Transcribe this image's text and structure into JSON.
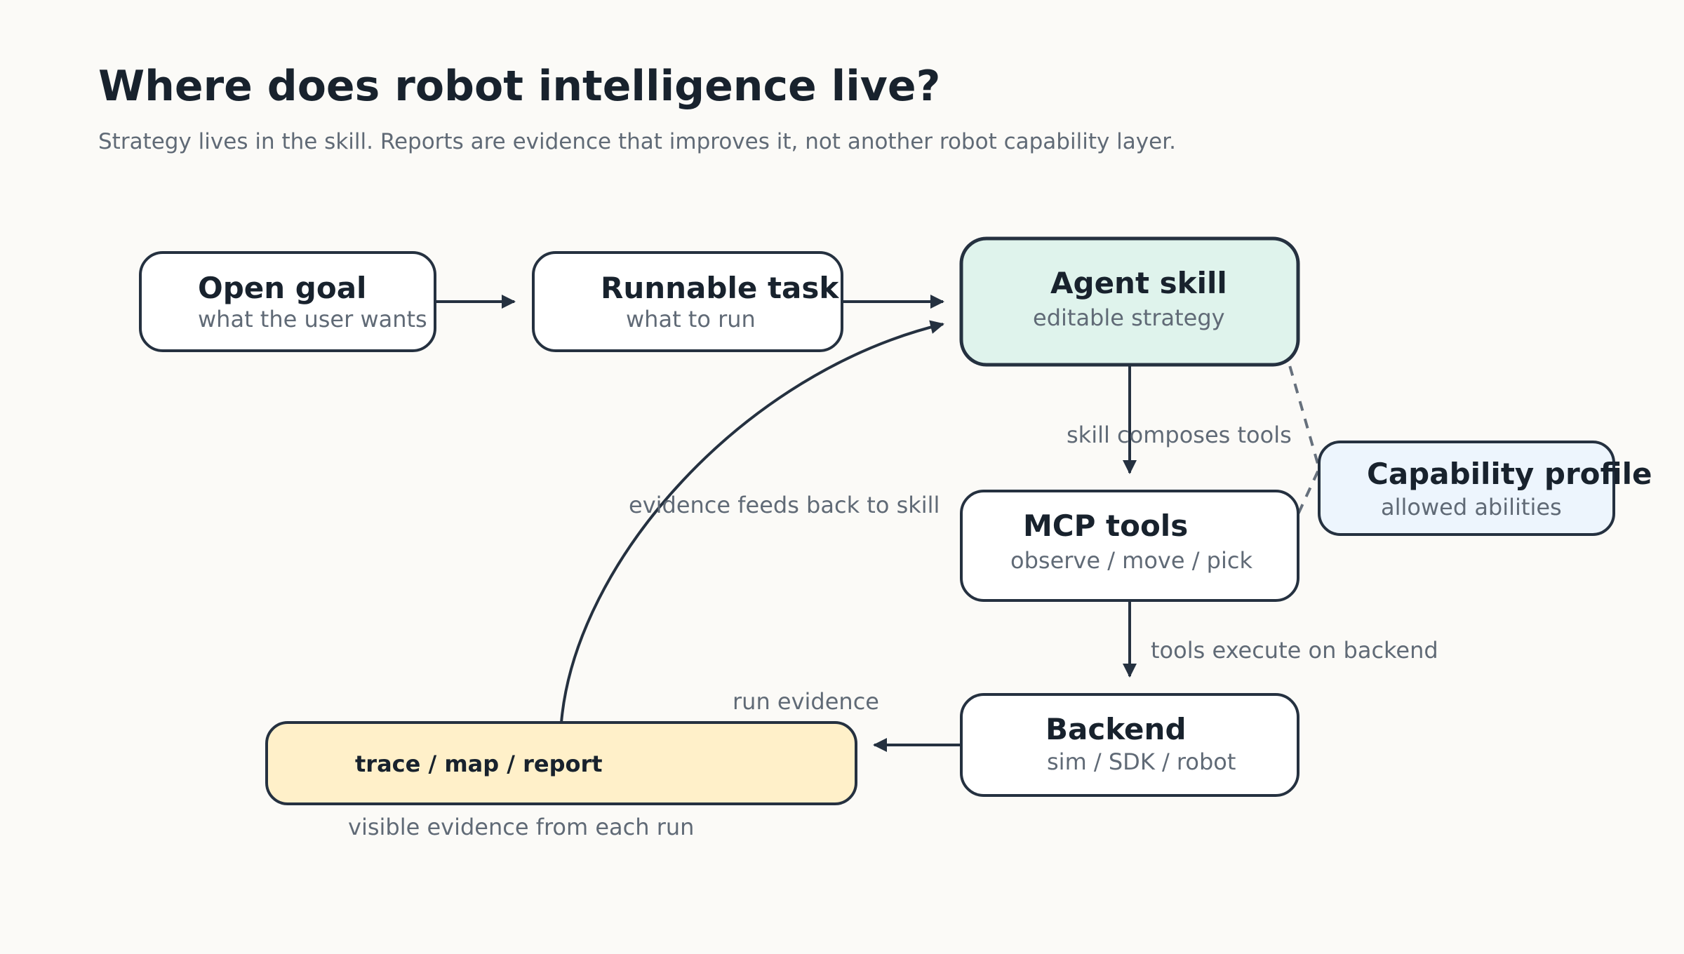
{
  "header": {
    "title": "Where does robot intelligence live?",
    "subtitle": "Strategy lives in the skill. Reports are evidence that improves it, not another robot capability layer."
  },
  "nodes": {
    "open_goal": {
      "title": "Open goal",
      "subtitle": "what the user wants",
      "fill": "#ffffff"
    },
    "runnable_task": {
      "title": "Runnable task",
      "subtitle": "what to run",
      "fill": "#ffffff"
    },
    "agent_skill": {
      "title": "Agent skill",
      "subtitle": "editable strategy",
      "fill": "#dff3ec"
    },
    "mcp_tools": {
      "title": "MCP tools",
      "subtitle": "observe / move / pick",
      "fill": "#ffffff"
    },
    "capability_profile": {
      "title": "Capability profile",
      "subtitle": "allowed abilities",
      "fill": "#edf5fd"
    },
    "backend": {
      "title": "Backend",
      "subtitle": "sim / SDK / robot",
      "fill": "#ffffff"
    },
    "evidence": {
      "label": "trace / map / report",
      "caption": "visible evidence from each run",
      "fill": "#fff0c9"
    }
  },
  "edges": {
    "skill_to_tools": "skill composes tools",
    "tools_to_backend": "tools execute on backend",
    "backend_to_evidence": "run evidence",
    "evidence_to_skill": "evidence feeds back to skill"
  },
  "colors": {
    "stroke": "#253140",
    "dashed": "#66707c",
    "text": "#18222d",
    "muted": "#606a76",
    "background": "#fbfaf7"
  }
}
